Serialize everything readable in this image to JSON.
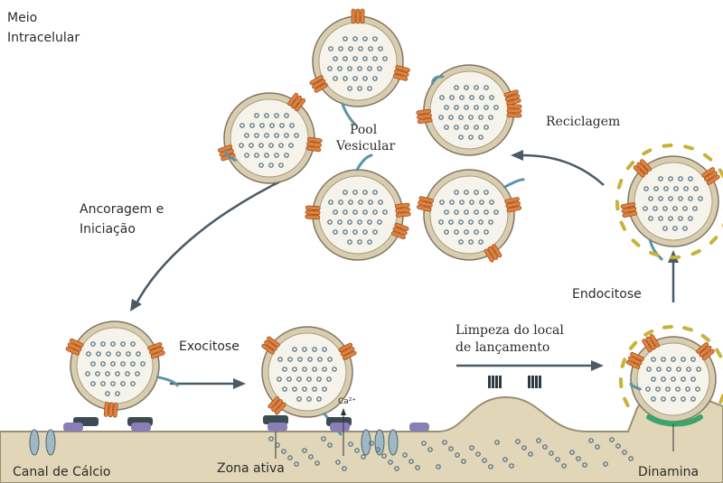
{
  "labels": {
    "meio_line1": "Meio",
    "meio_line2": "Intracelular",
    "pool_line1": "Pool",
    "pool_line2": "Vesicular",
    "reciclagem": "Reciclagem",
    "ancoragem_line1": "Ancoragem e",
    "ancoragem_line2": "Iniciação",
    "exocitose": "Exocitose",
    "endocitose": "Endocitose",
    "limpeza_line1": "Limpeza do local",
    "limpeza_line2": "de lançamento",
    "ca": "Ca²⁺",
    "canal": "Canal de Cálcio",
    "zona": "Zona ativa",
    "dinamina": "Dinamina"
  },
  "colors": {
    "vesicle_fill": "#d9cdb0",
    "vesicle_lumen": "#f6f3ea",
    "protein_orange": "#e5813a",
    "protein_blue": "#5e93a8",
    "dot": "#4b6b80",
    "dynamin": "#3aa56b",
    "clathrin": "#c8b238",
    "channel": "#9fb8c4",
    "arrow": "#4a5a66"
  }
}
